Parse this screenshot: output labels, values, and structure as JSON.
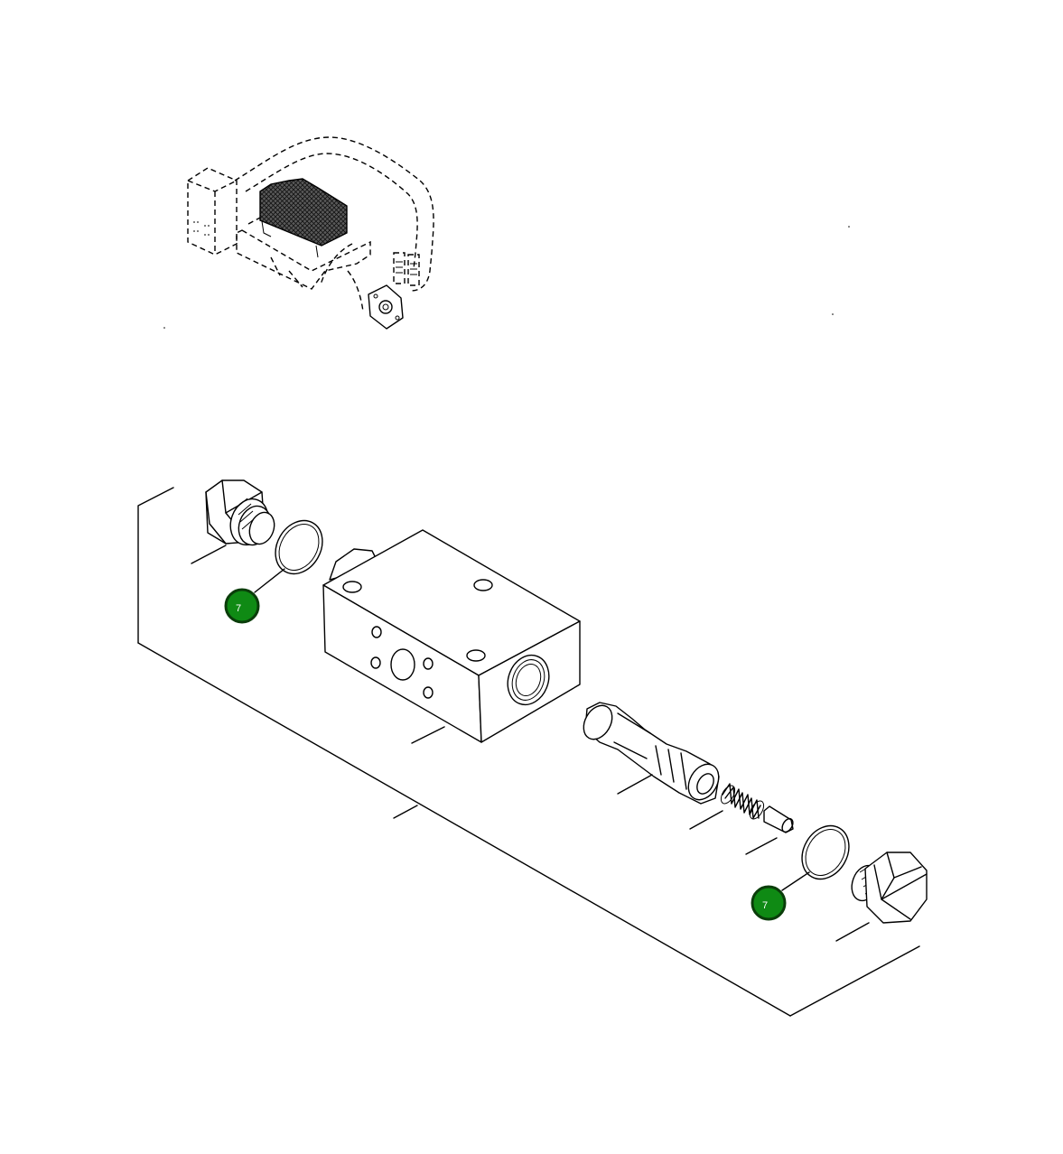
{
  "colors": {
    "callout_fill": "#0f8a14",
    "callout_stroke": "#0a3d0a",
    "line": "#000000",
    "background": "#ffffff"
  },
  "callouts": [
    {
      "label": "7",
      "target": "o-ring-left"
    },
    {
      "label": "7",
      "target": "o-ring-right"
    }
  ]
}
